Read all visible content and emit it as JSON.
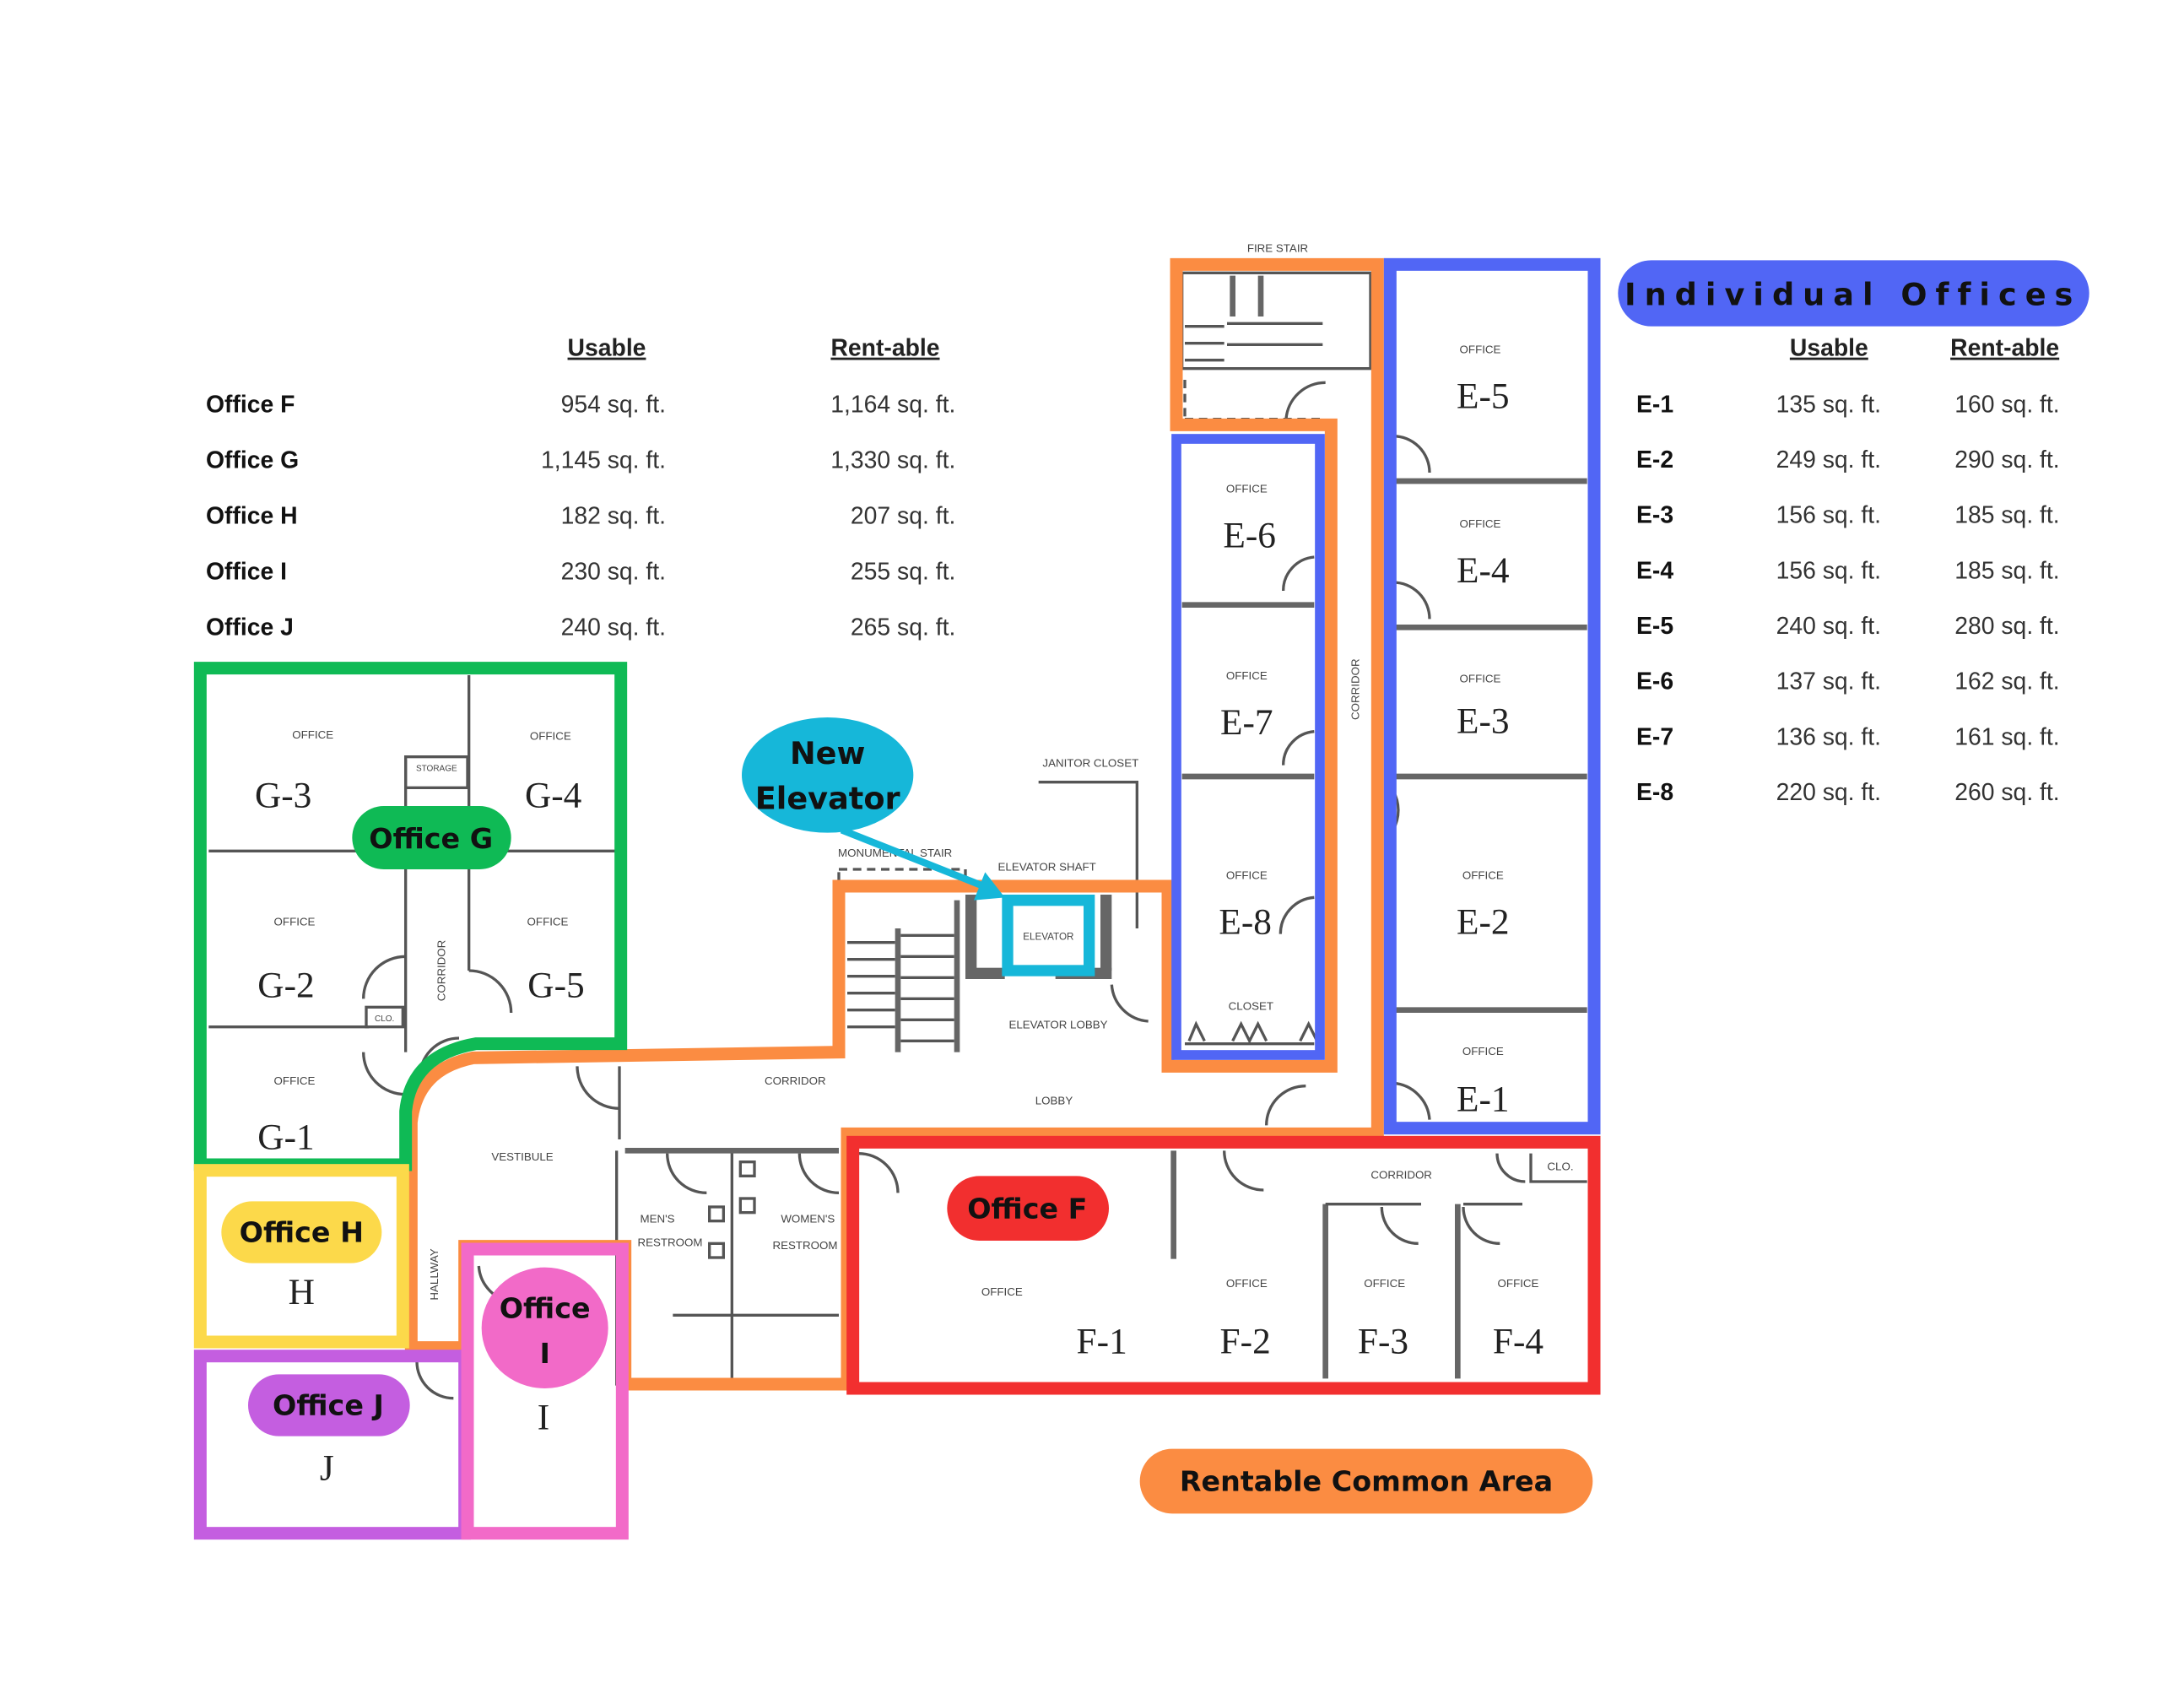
{
  "left_table": {
    "headers": {
      "usable": "Usable",
      "rentable": "Rent-able"
    },
    "rows": [
      {
        "name": "Office F",
        "usable": "954 sq. ft.",
        "rentable": "1,164 sq. ft."
      },
      {
        "name": "Office G",
        "usable": "1,145 sq. ft.",
        "rentable": "1,330 sq. ft."
      },
      {
        "name": "Office H",
        "usable": "182 sq. ft.",
        "rentable": "207 sq. ft."
      },
      {
        "name": "Office I",
        "usable": "230 sq. ft.",
        "rentable": "255 sq. ft."
      },
      {
        "name": "Office J",
        "usable": "240 sq. ft.",
        "rentable": "265 sq. ft."
      }
    ]
  },
  "right_table": {
    "title": "Individual Offices",
    "headers": {
      "usable": "Usable",
      "rentable": "Rent-able"
    },
    "rows": [
      {
        "name": "E-1",
        "usable": "135 sq. ft.",
        "rentable": "160 sq. ft."
      },
      {
        "name": "E-2",
        "usable": "249 sq. ft.",
        "rentable": "290 sq. ft."
      },
      {
        "name": "E-3",
        "usable": "156 sq. ft.",
        "rentable": "185 sq. ft."
      },
      {
        "name": "E-4",
        "usable": "156 sq. ft.",
        "rentable": "185 sq. ft."
      },
      {
        "name": "E-5",
        "usable": "240 sq. ft.",
        "rentable": "280 sq. ft."
      },
      {
        "name": "E-6",
        "usable": "137 sq. ft.",
        "rentable": "162 sq. ft."
      },
      {
        "name": "E-7",
        "usable": "136 sq. ft.",
        "rentable": "161 sq. ft."
      },
      {
        "name": "E-8",
        "usable": "220 sq. ft.",
        "rentable": "260 sq. ft."
      }
    ]
  },
  "callouts": {
    "office_g": "Office G",
    "office_h": "Office H",
    "office_i_1": "Office",
    "office_i_2": "I",
    "office_j": "Office J",
    "office_f": "Office F",
    "new_elevator_1": "New",
    "new_elevator_2": "Elevator",
    "common_area": "Rentable Common Area"
  },
  "rooms": {
    "e5": "E-5",
    "e4": "E-4",
    "e3": "E-3",
    "e2": "E-2",
    "e1": "E-1",
    "e6": "E-6",
    "e7": "E-7",
    "e8": "E-8",
    "g3": "G-3",
    "g4": "G-4",
    "g2": "G-2",
    "g5": "G-5",
    "g1": "G-1",
    "h": "H",
    "j": "J",
    "i": "I",
    "f1": "F-1",
    "f2": "F-2",
    "f3": "F-3",
    "f4": "F-4"
  },
  "small_labels": {
    "office": "OFFICE",
    "fire_stair": "FIRE STAIR",
    "storage": "STORAGE",
    "corridor": "CORRIDOR",
    "clo": "CLO.",
    "janitor_closet": "JANITOR CLOSET",
    "monumental_stair": "MONUMENTAL STAIR",
    "elevator_shaft": "ELEVATOR SHAFT",
    "elevator": "ELEVATOR",
    "elevator_lobby": "ELEVATOR LOBBY",
    "closet": "CLOSET",
    "lobby": "LOBBY",
    "vestibule": "VESTIBULE",
    "mens_1": "MEN'S",
    "restroom": "RESTROOM",
    "womens_1": "WOMEN'S",
    "hallway": "HALLWAY"
  },
  "colors": {
    "office_g": "#0fba55",
    "office_h": "#fcd94a",
    "office_j": "#c45ee0",
    "office_i": "#f26ac8",
    "office_f": "#f22f2f",
    "individual": "#5166f5",
    "common": "#fb8c42",
    "elevator": "#16b7d9"
  }
}
